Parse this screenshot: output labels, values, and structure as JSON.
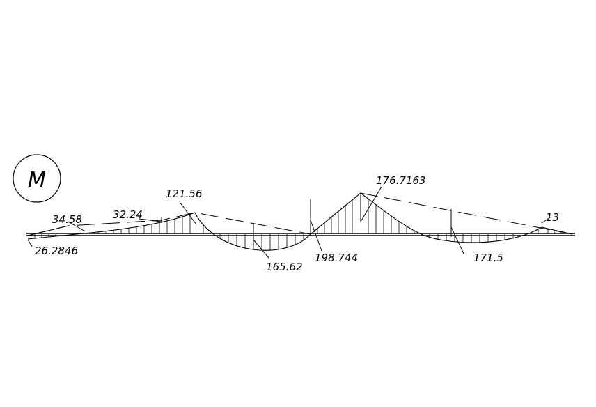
{
  "diagram": {
    "symbol": "M",
    "labels": {
      "l_26_2846": "26.2846",
      "l_34_58": "34.58",
      "l_32_24": "32.24",
      "l_121_56": "121.56",
      "l_165_62": "165.62",
      "l_198_744": "198.744",
      "l_176_7163": "176.7163",
      "l_171_5": "171.5",
      "l_13": "13"
    }
  }
}
